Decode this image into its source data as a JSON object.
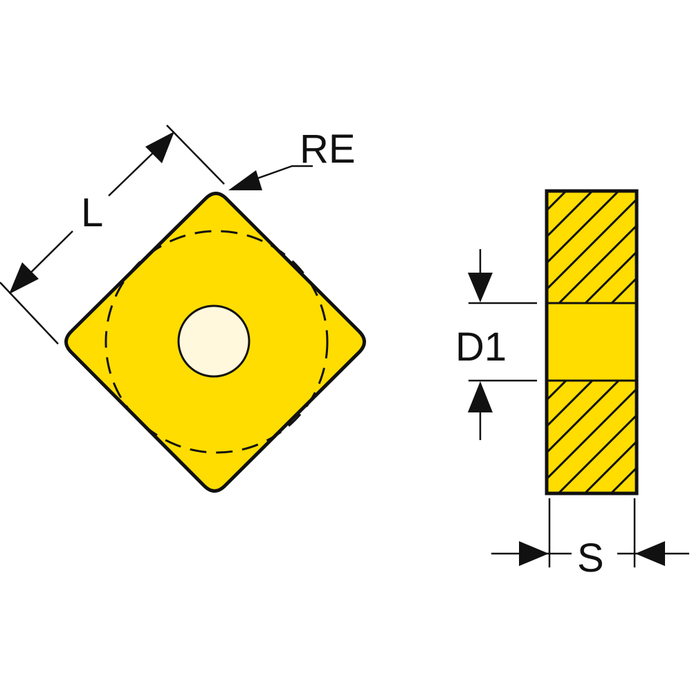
{
  "labels": {
    "length": "L",
    "corner_radius": "RE",
    "hole_diameter": "D1",
    "thickness": "S"
  },
  "colors": {
    "insert_fill": "#FFDD00",
    "hole_fill": "#FFF8DC",
    "outline": "#111111"
  }
}
